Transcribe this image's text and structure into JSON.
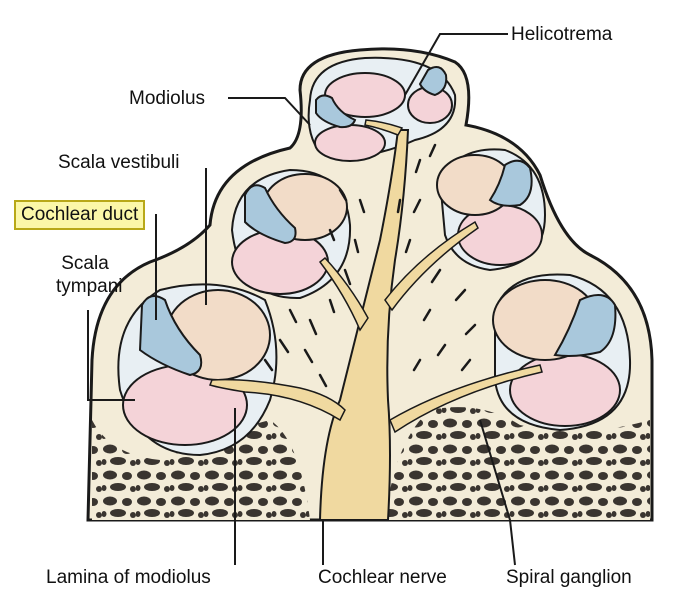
{
  "labels": {
    "helicotrema": "Helicotrema",
    "modiolus": "Modiolus",
    "scala_vestibuli": "Scala vestibuli",
    "cochlear_duct": "Cochlear duct",
    "scala_tympani_line1": "Scala",
    "scala_tympani_line2": "tympani",
    "lamina_of_modiolus": "Lamina of modiolus",
    "cochlear_nerve": "Cochlear nerve",
    "spiral_ganglion": "Spiral ganglion"
  },
  "highlighted_label": "cochlear_duct",
  "colors": {
    "bone": "#f3ecd8",
    "bone_outline": "#1a1a1a",
    "scala_pink": "#f4d3d8",
    "scala_vestibuli_tan": "#f2dcc8",
    "cochlear_duct_blue": "#a9c8dc",
    "perilymph_bg": "#e8eff3",
    "nerve": "#f0d9a0",
    "spongy_bone_dark": "#3a3530",
    "highlight_fill": "#fbf7a8",
    "highlight_border": "#b8a818"
  }
}
